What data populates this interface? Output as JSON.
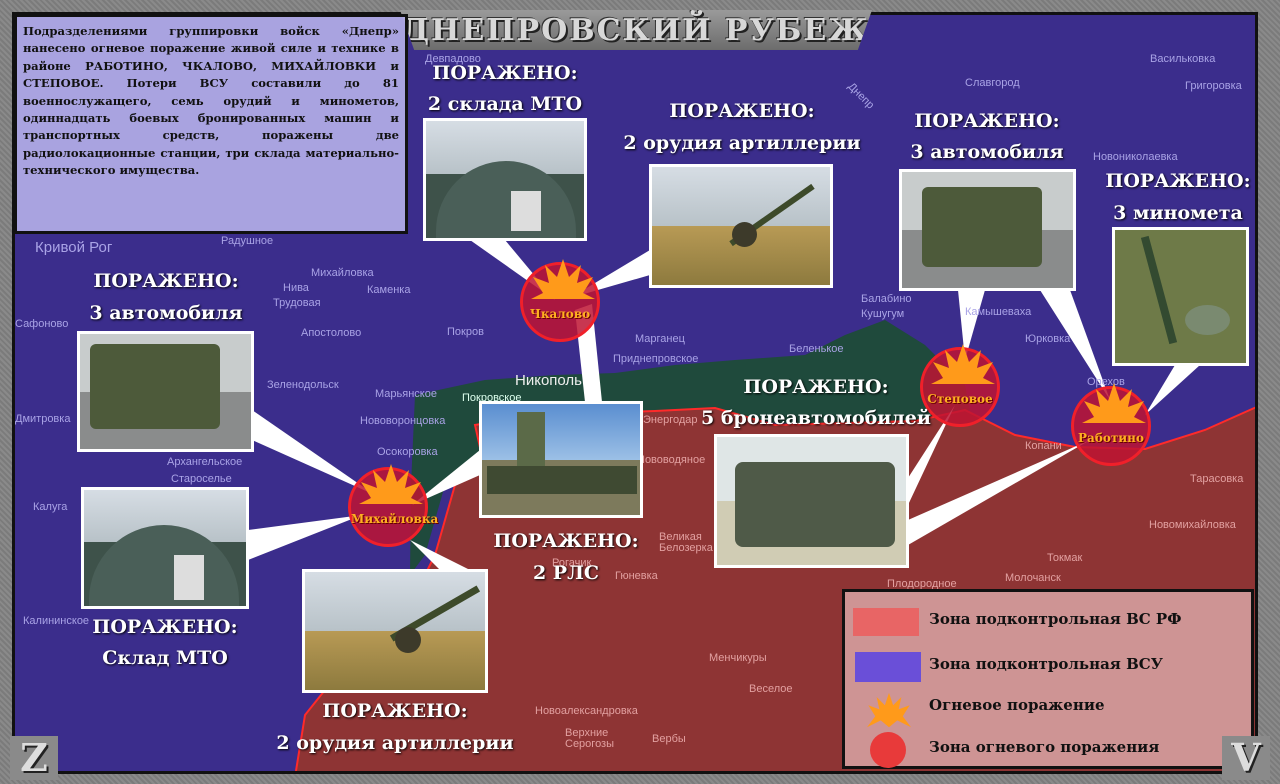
{
  "title": "ДНЕПРОВСКИЙ РУБЕЖ",
  "info_text": "Подразделениями группировки войск «Днепр» нанесено огневое поражение живой силе и технике в районе РАБОТИНО, ЧКАЛОВО, МИХАЙЛОВКИ и СТЕПОВОЕ. Потери ВСУ составили до 81 военнослужащего, семь орудий и минометов, одиннадцать боевых бронированных машин и транспортных средств, поражены две радиолокационные станции, три склада материально-технического имущества.",
  "strikes": [
    {
      "place": "Чкалово"
    },
    {
      "place": "Михайловка"
    },
    {
      "place": "Степовое"
    },
    {
      "place": "Работино"
    }
  ],
  "callouts": [
    {
      "head": "ПОРАЖЕНО:",
      "text": "2 склада МТО"
    },
    {
      "head": "ПОРАЖЕНО:",
      "text": "2 орудия артиллерии"
    },
    {
      "head": "ПОРАЖЕНО:",
      "text": "3 автомобиля"
    },
    {
      "head": "ПОРАЖЕНО:",
      "text": "3 миномета"
    },
    {
      "head": "ПОРАЖЕНО:",
      "text": "3 автомобиля"
    },
    {
      "head": "ПОРАЖЕНО:",
      "text": "Склад МТО"
    },
    {
      "head": "ПОРАЖЕНО:",
      "text": "2 РЛС"
    },
    {
      "head": "ПОРАЖЕНО:",
      "text": "5 бронеавтомобилей"
    },
    {
      "head": "ПОРАЖЕНО:",
      "text": "2 орудия артиллерии"
    }
  ],
  "map_labels": [
    "Васильковка",
    "Славгород",
    "Григоровка",
    "Новониколаевка",
    "Днепр",
    "Радушное",
    "Михайловка",
    "Нива",
    "Трудовая",
    "Каменка",
    "Сафоново",
    "Апостолово",
    "Покров",
    "Зеленодольск",
    "Марьянское",
    "Покровское",
    "Никополь",
    "Нововоронцовка",
    "Осокоровка",
    "Архангельское",
    "Староселье",
    "Калуга",
    "Дмитровка",
    "Марганец",
    "Приднепровское",
    "Беленькое",
    "Балабино",
    "Кушугум",
    "Камышеваха",
    "Юрковка",
    "Орехов",
    "Энергодар",
    "Нововодяное",
    "Великая Белозерка",
    "Рогачик",
    "Гюневка",
    "Менчикуры",
    "Веселое",
    "Новоалександровка",
    "Верхние Серогозы",
    "Вербы",
    "Тарасовка",
    "Новомихайловка",
    "Токмак",
    "Молочанск",
    "Плодородное",
    "Копани",
    "Калининское",
    "Девпадово",
    "Кривой Рог"
  ],
  "legend": {
    "items": [
      "Зона подконтрольная ВС РФ",
      "Зона подконтрольная ВСУ",
      "Огневое поражение",
      "Зона огневого поражения"
    ],
    "colors": {
      "rf": "#e86565",
      "ua": "#6a4fd8",
      "fire": "#ff9a1a",
      "zone": "#e83a3a"
    }
  },
  "badges": {
    "left": "Z",
    "right": "V"
  }
}
